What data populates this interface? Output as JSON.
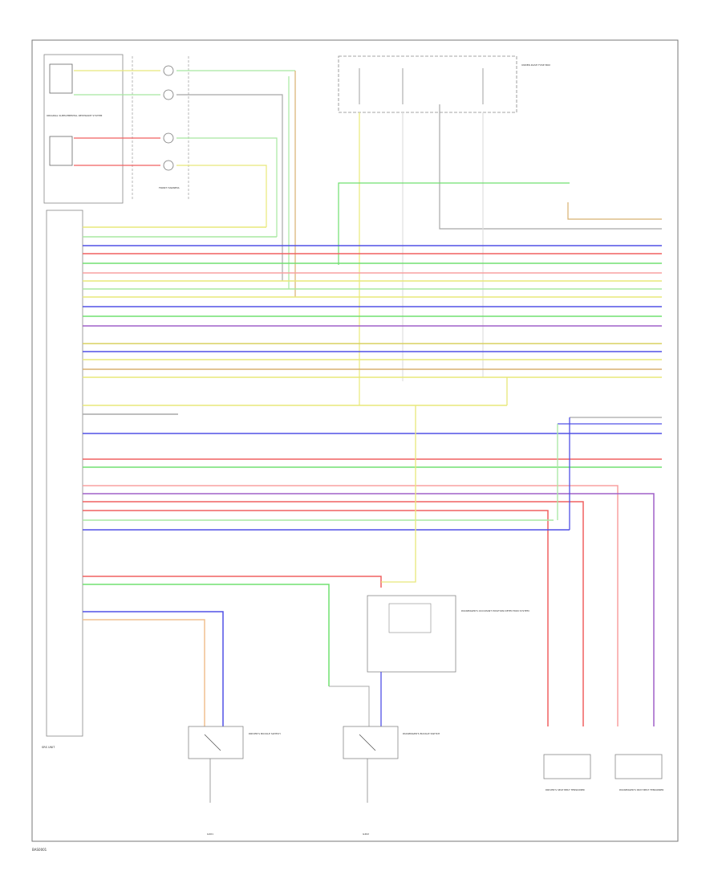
{
  "colors": {
    "frame": "#777777",
    "text": "#333333",
    "wire_blue": "#5050e6",
    "wire_red": "#f06060",
    "wire_pink": "#f8a0a0",
    "wire_green": "#70e070",
    "wire_lightgreen": "#a8e8a0",
    "wire_yellow": "#e8e87a",
    "wire_tan": "#d8b070",
    "wire_violet": "#a060c8",
    "wire_orange": "#f0a050",
    "wire_gray": "#a8a8a8"
  },
  "labels": {
    "top_left_module": "ORIGINAL SUPPLEMENTAL RESTRAINT SYSTEM",
    "connector": "FRONT HARNESS",
    "fuse_box": "UNDER-DASH FUSE BOX",
    "drivers_switch": "DRIVER'S BUCKLE SWITCH",
    "passengers_switch": "PASSENGER'S BUCKLE SWITCH",
    "passenger_sensor": "PASSENGER'S OCCUPANT POSITION DETECTION SYSTEM",
    "drivers_pretensioner": "DRIVER'S SEAT BELT TENSIONER",
    "passengers_pretensioner": "PASSENGER'S SEAT BELT TENSIONER",
    "srs_unit": "SRS UNIT",
    "ground_1": "G401",
    "ground_2": "G402",
    "footer": "BAS0001"
  }
}
